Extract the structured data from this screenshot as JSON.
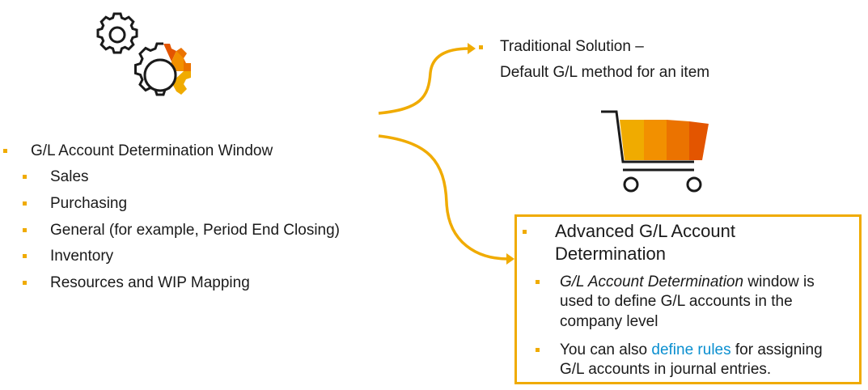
{
  "left_list": {
    "title": "G/L Account Determination Window",
    "items": [
      {
        "label": "Sales"
      },
      {
        "label": "Purchasing"
      },
      {
        "label": "General (for example, Period End Closing)"
      },
      {
        "label": "Inventory"
      },
      {
        "label": "Resources and WIP Mapping"
      }
    ]
  },
  "traditional": {
    "line1": "Traditional Solution –",
    "line2": "Default G/L method for an item"
  },
  "advanced": {
    "title_line1": "Advanced G/L Account",
    "title_line2": "Determination",
    "point1": {
      "emphasis": "G/L Account Determination",
      "rest_line1": " window is",
      "line2": "used to define G/L accounts in the",
      "line3": "company level"
    },
    "point2": {
      "prefix": "You can also ",
      "link": "define rules",
      "suffix": " for assigning",
      "line2": "G/L accounts in journal entries."
    }
  },
  "colors": {
    "accent": "#f0ab00",
    "orange_dark": "#e35500",
    "orange_mid": "#eb7300",
    "orange_light": "#f29000",
    "link": "#0a8fd0",
    "text": "#1a1a1a"
  },
  "icons": [
    "gears-icon",
    "shopping-cart-icon",
    "arrow-icon"
  ]
}
